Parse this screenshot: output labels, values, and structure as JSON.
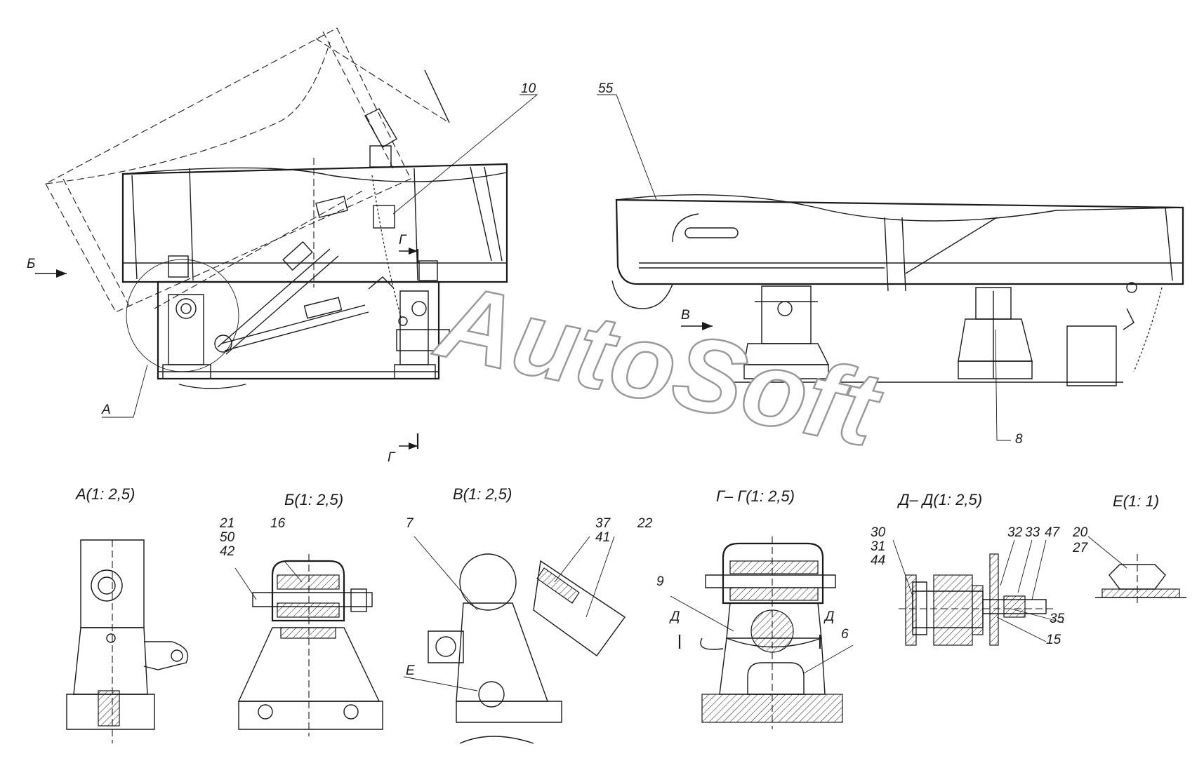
{
  "watermark": "AutoSoft",
  "section_marks": {
    "b_arrow": "Б",
    "v_arrow": "В",
    "g_top": "Г",
    "g_bottom": "Г",
    "a_detail": "А",
    "d_left": "Д",
    "d_right": "Д",
    "e_detail": "Е"
  },
  "view_titles": {
    "a": "А(1: 2,5)",
    "b": "Б(1: 2,5)",
    "v": "В(1: 2,5)",
    "gg": "Г– Г(1: 2,5)",
    "dd": "Д– Д(1: 2,5)",
    "e": "Е(1: 1)"
  },
  "callouts": {
    "p10": "10",
    "p55": "55",
    "p8": "8",
    "p21": "21",
    "p50": "50",
    "p42": "42",
    "p16": "16",
    "p7": "7",
    "p37": "37",
    "p41": "41",
    "p22": "22",
    "p9": "9",
    "p6": "6",
    "p30": "30",
    "p31": "31",
    "p44": "44",
    "p32": "32",
    "p33": "33",
    "p47": "47",
    "p35": "35",
    "p15": "15",
    "p20": "20",
    "p27": "27"
  }
}
